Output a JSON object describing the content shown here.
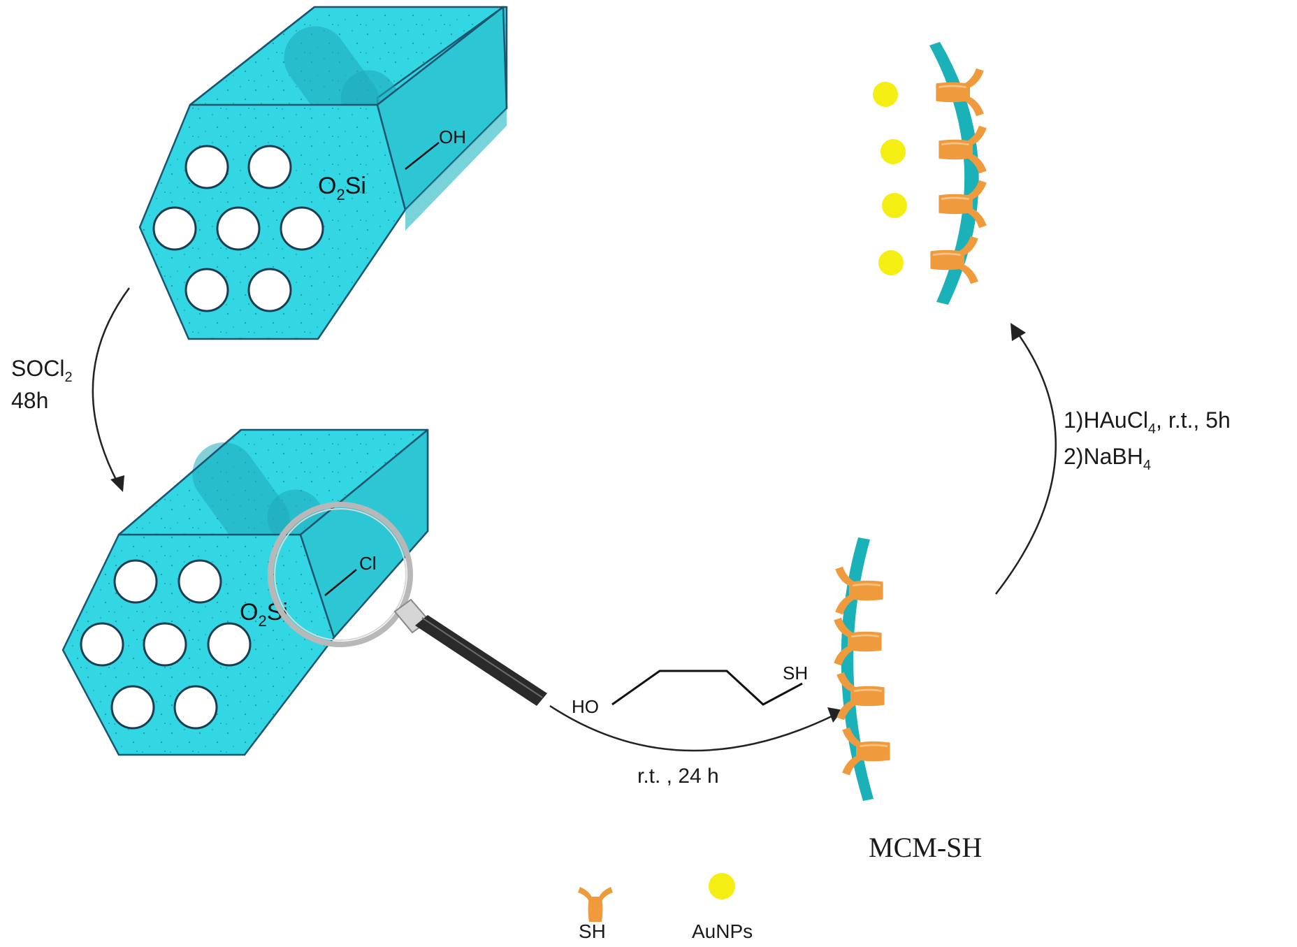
{
  "colors": {
    "silica": "#33d6e3",
    "silica_dark": "#1fa9ba",
    "wall": "#1ab1b8",
    "linker": "#ee9a3d",
    "gold": "#f4ee12",
    "lens_ring": "#b8b8b8",
    "handle": "#222222"
  },
  "particle_top": {
    "label_main": "O",
    "label_sub": "2",
    "label_si": "Si",
    "group": "OH"
  },
  "particle_bottom": {
    "label_main": "O",
    "label_sub": "2",
    "label_si": "Si",
    "group": "Cl"
  },
  "step1": {
    "reagent_main": "SOCl",
    "reagent_sub": "2",
    "time": "48h"
  },
  "step2": {
    "ho": "HO",
    "sh": "SH",
    "conditions": "r.t. , 24 h"
  },
  "step3": {
    "line1_a": "1)HAuCl",
    "line1_sub": "4",
    "line1_b": ", r.t., 5h",
    "line2_a": "2)NaBH",
    "line2_sub": "4"
  },
  "product_label": "MCM-SH",
  "legend": {
    "linker_label": "SH",
    "gold_label": "AuNPs"
  },
  "icons": [
    "magnifier-icon",
    "thiol-linker-icon",
    "gold-nanoparticle-icon"
  ]
}
